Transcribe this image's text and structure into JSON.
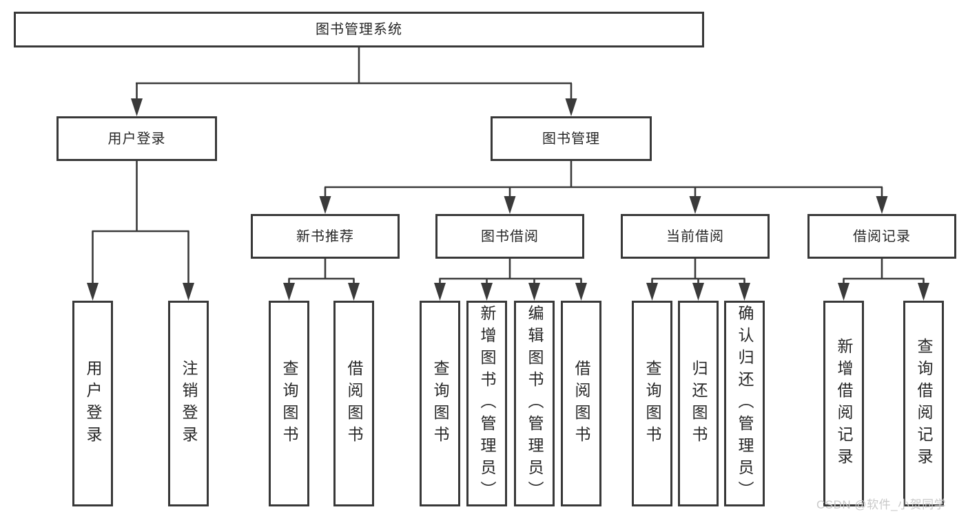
{
  "diagram": {
    "title": "图书管理系统",
    "branches": [
      {
        "label": "用户登录",
        "leaves": [
          "用户登录",
          "注销登录"
        ]
      },
      {
        "label": "图书管理",
        "children": [
          {
            "label": "新书推荐",
            "leaves": [
              "查询图书",
              "借阅图书"
            ]
          },
          {
            "label": "图书借阅",
            "leaves": [
              "查询图书",
              "新增图书（管理员）",
              "编辑图书（管理员）",
              "借阅图书"
            ]
          },
          {
            "label": "当前借阅",
            "leaves": [
              "查询图书",
              "归还图书",
              "确认归还（管理员）"
            ]
          },
          {
            "label": "借阅记录",
            "leaves": [
              "新增借阅记录",
              "查询借阅记录"
            ]
          }
        ]
      }
    ]
  },
  "watermark": "CSDN @软件_小贺同学",
  "colors": {
    "line": "#3a3a3a",
    "box_border": "#383838",
    "box_bg": "#ffffff",
    "text": "#262626",
    "watermark": "#c9c9c9"
  }
}
